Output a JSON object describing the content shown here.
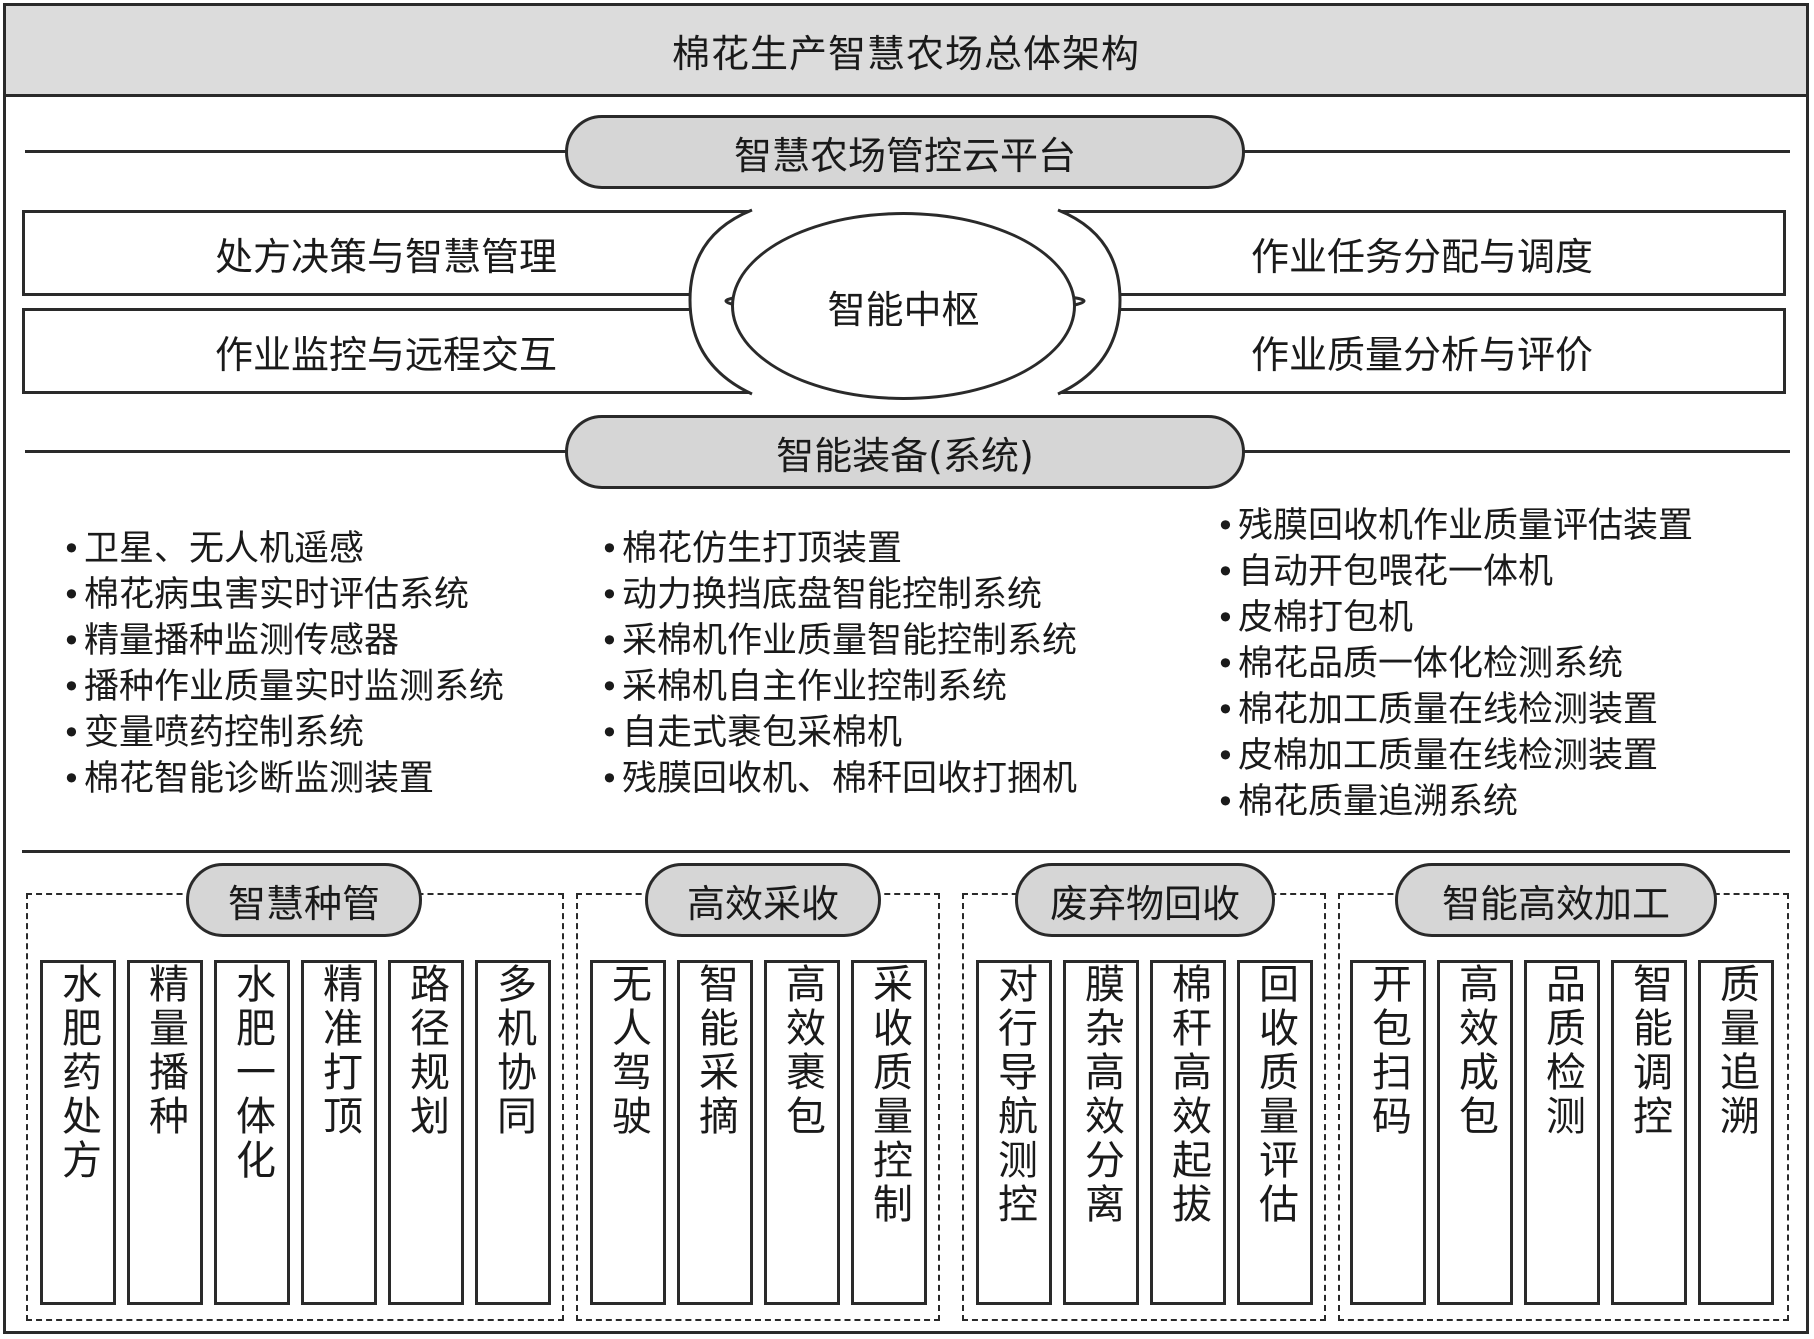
{
  "title": "棉花生产智慧农场总体架构",
  "cloud_platform": "智慧农场管控云平台",
  "hub": {
    "center": "智能中枢",
    "left_top": "处方决策与智慧管理",
    "left_bottom": "作业监控与远程交互",
    "right_top": "作业任务分配与调度",
    "right_bottom": "作业质量分析与评价"
  },
  "equipment": {
    "label": "智能装备(系统)",
    "col1": [
      "卫星、无人机遥感",
      "棉花病虫害实时评估系统",
      "精量播种监测传感器",
      "播种作业质量实时监测系统",
      "变量喷药控制系统",
      "棉花智能诊断监测装置"
    ],
    "col2": [
      "棉花仿生打顶装置",
      "动力换挡底盘智能控制系统",
      "采棉机作业质量智能控制系统",
      "采棉机自主作业控制系统",
      "自走式裹包采棉机",
      "残膜回收机、棉秆回收打捆机"
    ],
    "col3": [
      "残膜回收机作业质量评估装置",
      "自动开包喂花一体机",
      "皮棉打包机",
      "棉花品质一体化检测系统",
      "棉花加工质量在线检测装置",
      "皮棉加工质量在线检测装置",
      "棉花质量追溯系统"
    ]
  },
  "groups": [
    {
      "label": "智慧种管",
      "items": [
        "水肥药处方",
        "精量播种",
        "水肥一体化",
        "精准打顶",
        "路径规划",
        "多机协同"
      ]
    },
    {
      "label": "高效采收",
      "items": [
        "无人驾驶",
        "智能采摘",
        "高效裹包",
        "采收质量控制"
      ]
    },
    {
      "label": "废弃物回收",
      "items": [
        "对行导航测控",
        "膜杂高效分离",
        "棉秆高效起拔",
        "回收质量评估"
      ]
    },
    {
      "label": "智能高效加工",
      "items": [
        "开包扫码",
        "高效成包",
        "品质检测",
        "智能调控",
        "质量追溯"
      ]
    }
  ]
}
